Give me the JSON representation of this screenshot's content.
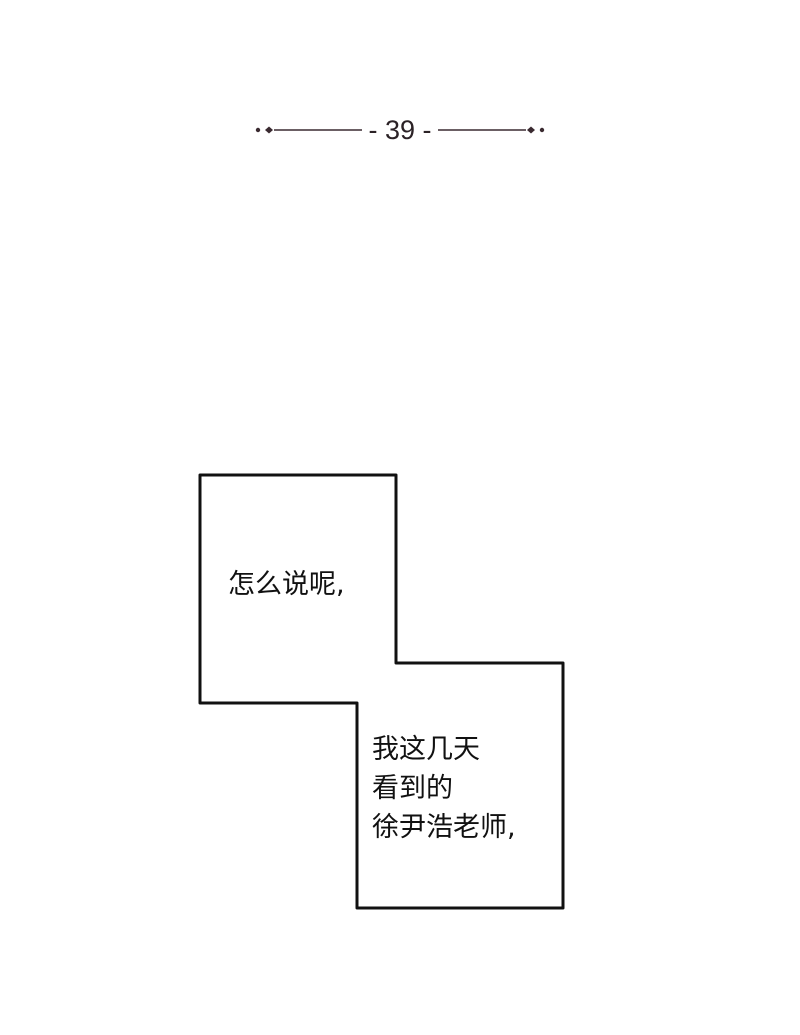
{
  "chapter": {
    "number_label": "- 39 -"
  },
  "colors": {
    "ornament": "#3a2a30",
    "panel_border": "#111111",
    "background": "#ffffff"
  },
  "captions": [
    {
      "lines": [
        "怎么说呢,"
      ]
    },
    {
      "lines": [
        "我这几天",
        "看到的",
        "徐尹浩老师,"
      ]
    }
  ]
}
